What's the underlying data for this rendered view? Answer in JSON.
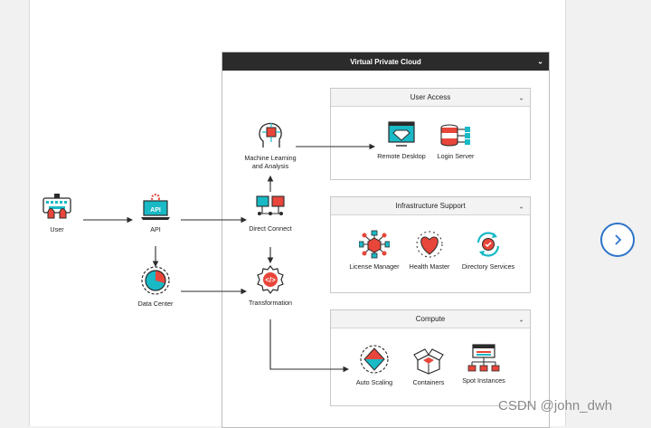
{
  "vpc": {
    "title": "Virtual Private Cloud"
  },
  "groups": {
    "user_access": {
      "title": "User Access"
    },
    "infrastructure": {
      "title": "Infrastructure Support"
    },
    "compute": {
      "title": "Compute"
    }
  },
  "nodes": {
    "user": "User",
    "api": "API",
    "data_center": "Data Center",
    "ml_line1": "Machine Learning",
    "ml_line2": "and Analysis",
    "direct_connect": "Direct Connect",
    "transformation": "Transformation",
    "remote_desktop": "Remote Desktop",
    "login_server": "Login Server",
    "license_manager": "License Manager",
    "health_master": "Health Master",
    "directory_services": "Directory Services",
    "auto_scaling": "Auto Scaling",
    "containers": "Containers",
    "spot_instances": "Spot Instances"
  },
  "icons": {
    "user": "keyboard-hands-icon",
    "api": "laptop-api-icon",
    "data_center": "pie-chart-icon",
    "ml": "brain-chip-icon",
    "direct_connect": "connected-monitors-icon",
    "transformation": "gear-code-icon",
    "remote_desktop": "monitor-diamond-icon",
    "login_server": "server-stack-icon",
    "license_manager": "network-cube-icon",
    "health_master": "heart-icon",
    "directory_services": "sync-badge-icon",
    "auto_scaling": "diamond-circle-icon",
    "containers": "open-box-icon",
    "spot_instances": "tree-nodes-icon",
    "nav": "chevron-right-icon"
  },
  "colors": {
    "accent_red": "#e8463a",
    "accent_teal": "#19b9c6",
    "dark": "#2b2b2b",
    "nav_blue": "#2e74c9"
  },
  "watermark": "CSDN @john_dwh"
}
